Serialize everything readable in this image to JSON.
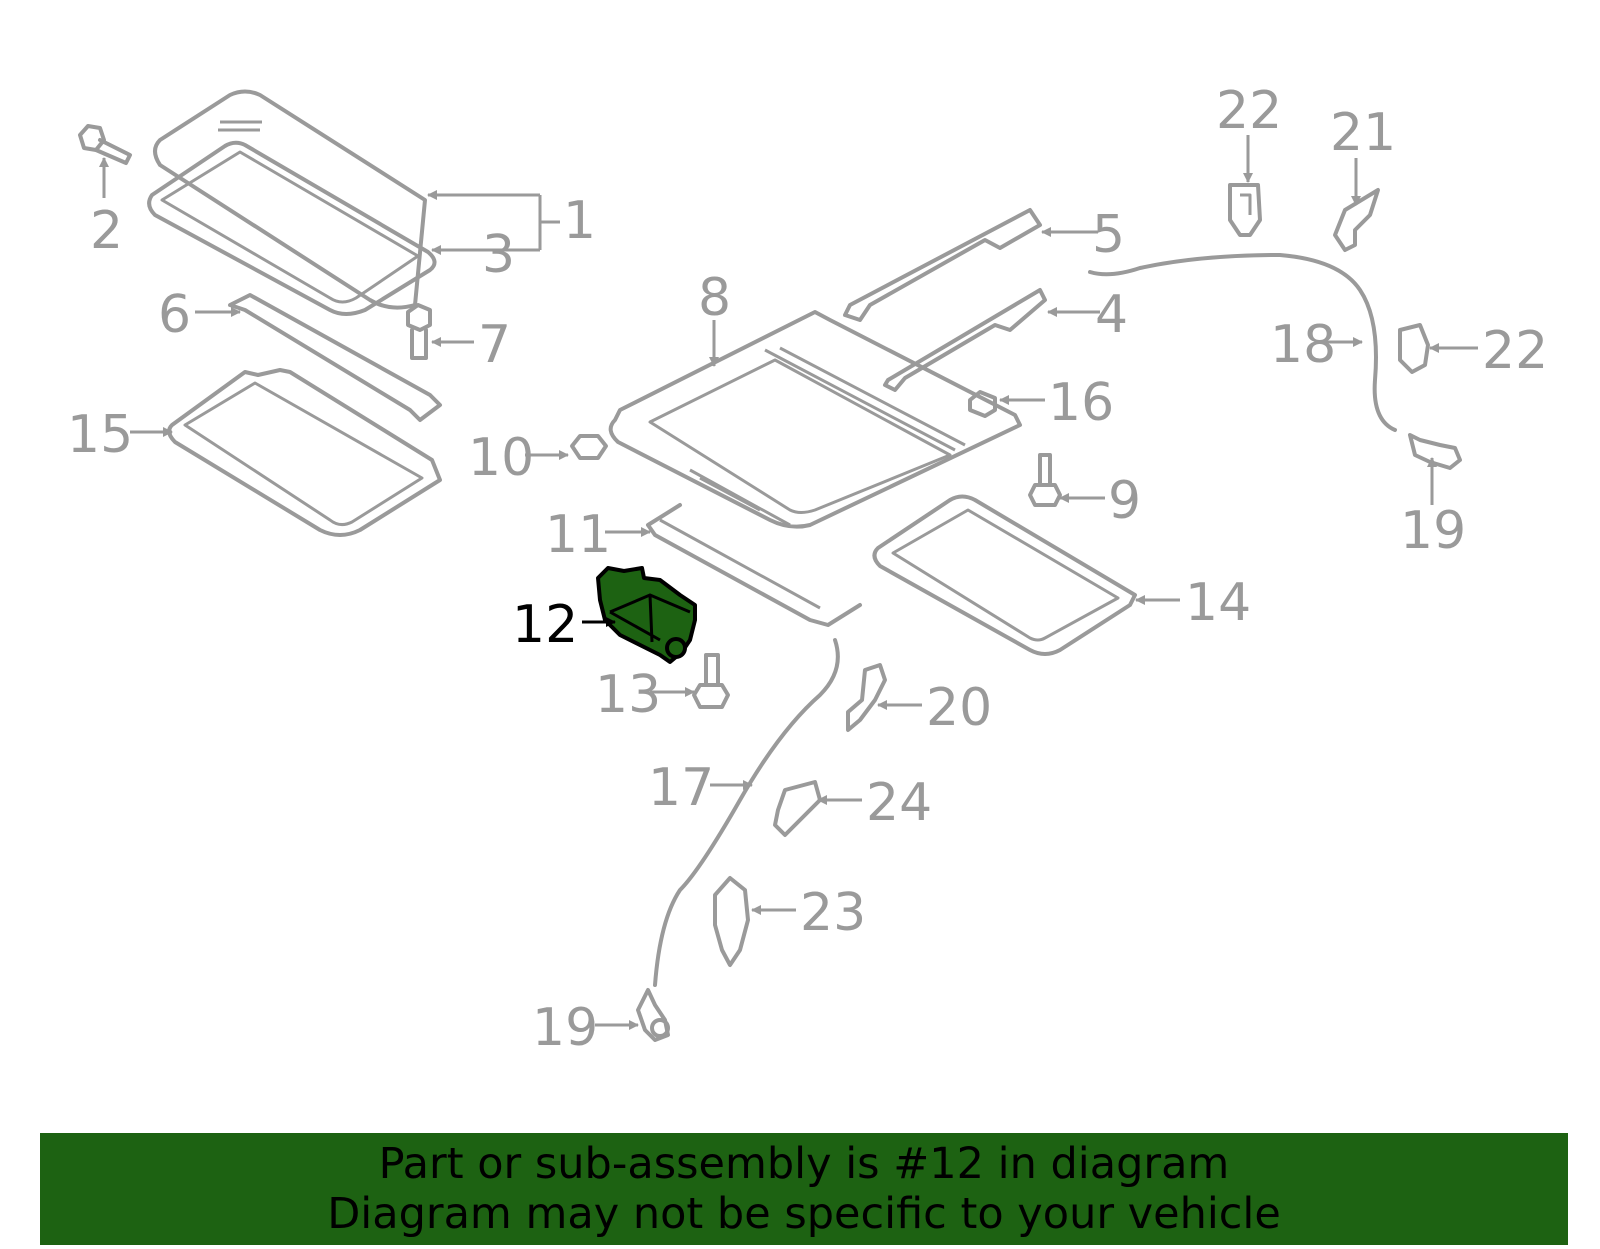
{
  "callouts": {
    "c1": "1",
    "c2": "2",
    "c3": "3",
    "c4": "4",
    "c5": "5",
    "c6": "6",
    "c7": "7",
    "c8": "8",
    "c9": "9",
    "c10": "10",
    "c11": "11",
    "c12": "12",
    "c13": "13",
    "c14": "14",
    "c15": "15",
    "c16": "16",
    "c17": "17",
    "c18": "18",
    "c19a": "19",
    "c19b": "19",
    "c20": "20",
    "c21": "21",
    "c22a": "22",
    "c22b": "22",
    "c23": "23",
    "c24": "24"
  },
  "highlighted_part": "12",
  "banner": {
    "line1": "Part or sub-assembly is #12 in diagram",
    "line2": "Diagram may not be specific to your vehicle",
    "color": "#1d6212"
  },
  "colors": {
    "part": "#9a9a9a",
    "highlight": "#1d6212"
  }
}
